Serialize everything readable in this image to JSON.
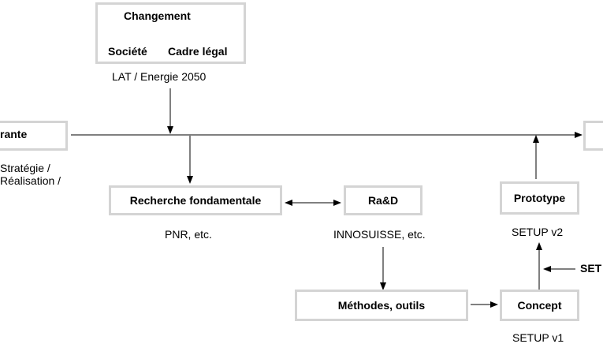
{
  "top_box": {
    "title": "Changement",
    "left_label": "Société",
    "right_label": "Cadre légal",
    "caption": "LAT / Energie 2050"
  },
  "left_box": {
    "label": "rante",
    "caption_line1": "Stratégie /",
    "caption_line2": "Réalisation /"
  },
  "research_box": {
    "label": "Recherche fondamentale",
    "caption": "PNR, etc."
  },
  "rad_box": {
    "label": "Ra&D",
    "caption": "INNOSUISSE, etc."
  },
  "prototype_box": {
    "label": "Prototype",
    "caption": "SETUP v2"
  },
  "methods_box": {
    "label": "Méthodes, outils"
  },
  "concept_box": {
    "label": "Concept",
    "caption": "SETUP v1"
  },
  "side_label": {
    "text": "SET"
  }
}
